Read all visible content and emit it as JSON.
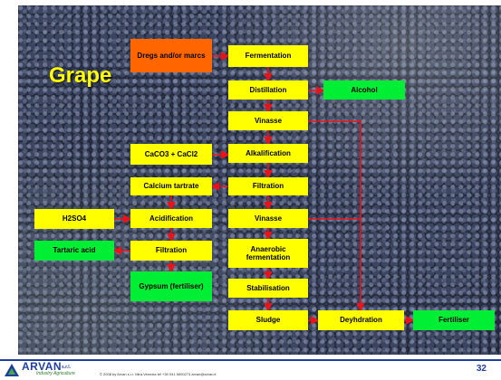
{
  "title": "Grape",
  "boxes": {
    "dregs": "Dregs and/or marcs",
    "fermentation": "Fermentation",
    "distillation": "Distillation",
    "alcohol": "Alcohol",
    "vinasse1": "Vinasse",
    "caco3": "CaCO3 + CaCl2",
    "alkalification": "Alkalification",
    "calcium_tartrate": "Calcium tartrate",
    "filtration1": "Filtration",
    "h2so4": "H2SO4",
    "acidification": "Acidification",
    "vinasse2": "Vinasse",
    "tartaric_acid": "Tartaric acid",
    "filtration2": "Filtration",
    "anaerobic": "Anaerobic fermentation",
    "gypsum": "Gypsum (fertiliser)",
    "stabilisation": "Stabilisation",
    "sludge": "Sludge",
    "dehydration": "Deyhdration",
    "fertiliser": "Fertiliser"
  },
  "footer": {
    "logo": "ARVAN",
    "logo_suffix": "s.r.l.",
    "logo_tagline": "Industry Agriculture",
    "copyright": "© 2008 by Arvan s.r.l. Mira-Venezia tel +39 041 5600273 arvan@arvan.it",
    "page_number": "32"
  },
  "colors": {
    "process": "#ffff00",
    "product": "#00ee33",
    "input": "#ff6600",
    "arrow": "#e8141c",
    "footer": "#1f3f9f"
  },
  "icons": [
    "arvan-logo-icon"
  ]
}
